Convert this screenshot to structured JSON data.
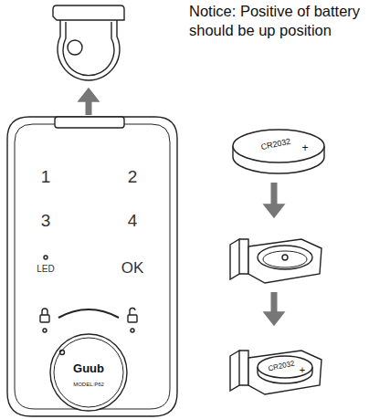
{
  "diagram": {
    "labels": [
      "Notice: Positive of battery should be up position",
      "CR2032",
      "+",
      "1",
      "2",
      "3",
      "4",
      "LED",
      "OK",
      "Guub",
      "MODEL:P62",
      "CR2032",
      "+"
    ]
  }
}
